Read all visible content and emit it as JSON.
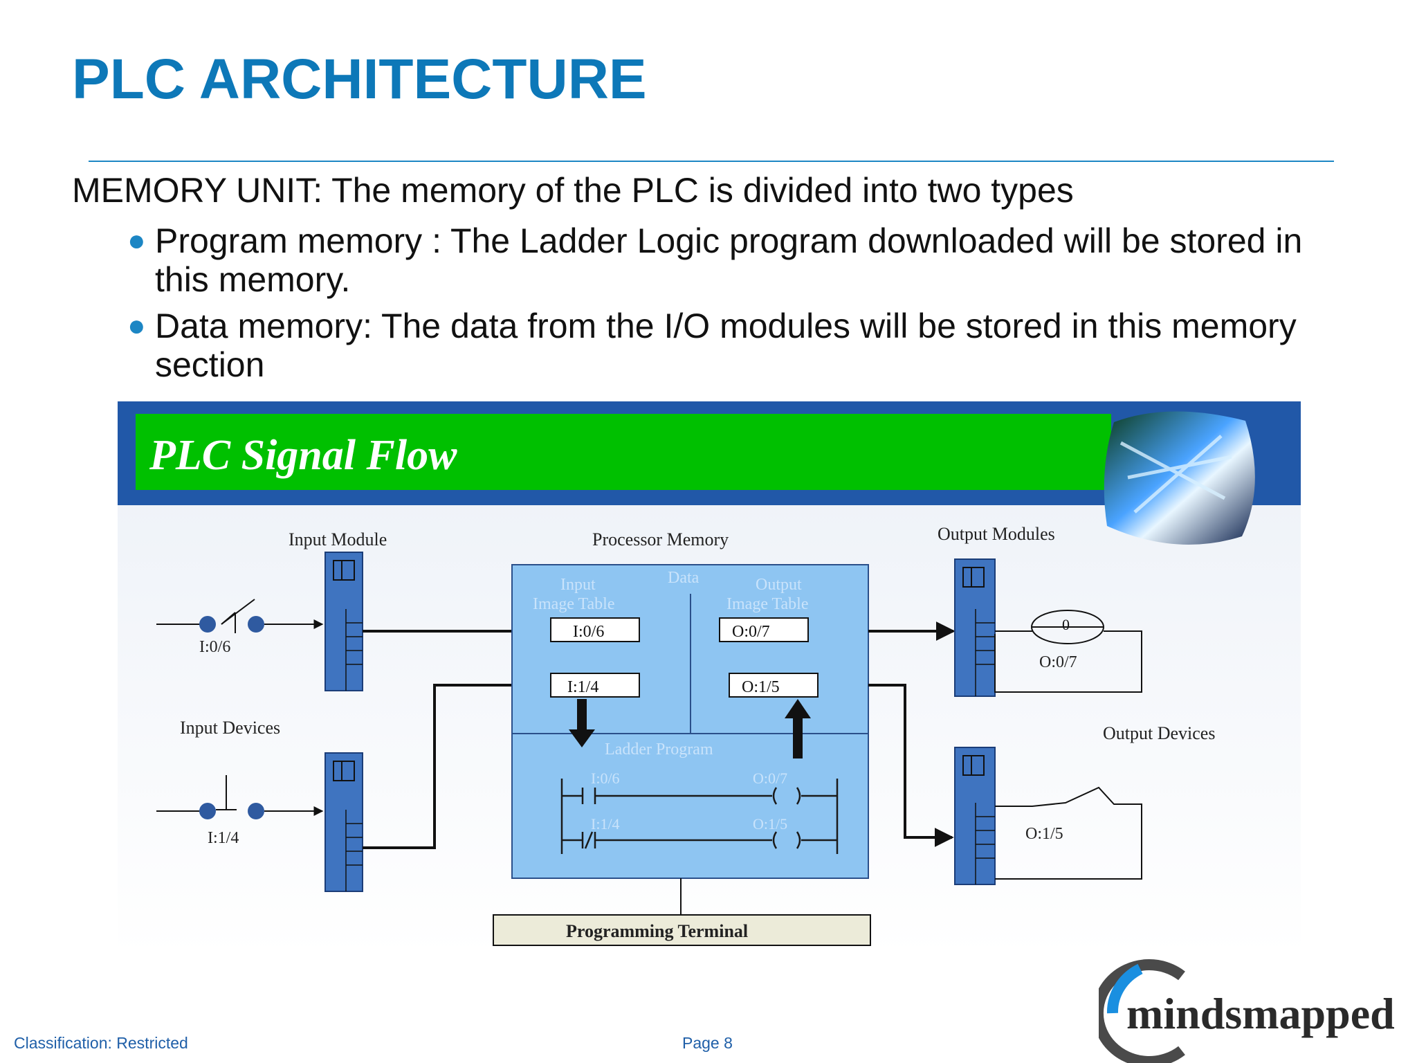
{
  "slide": {
    "title": "PLC ARCHITECTURE",
    "lead": "MEMORY UNIT: The memory of the PLC is divided into two types",
    "bullets": [
      "Program memory : The Ladder Logic program downloaded will be stored in this memory.",
      "Data memory: The data from the I/O modules will be stored in this memory section"
    ]
  },
  "diagram": {
    "banner_title": "PLC Signal Flow",
    "input_module": "Input Module",
    "processor_memory": "Processor Memory",
    "output_modules": "Output Modules",
    "input_devices": "Input Devices",
    "output_devices": "Output Devices",
    "data_label": "Data",
    "input_image_table": [
      "Input",
      "Image Table"
    ],
    "output_image_table": [
      "Output",
      "Image Table"
    ],
    "ladder_program": "Ladder Program",
    "addresses": {
      "in1": "I:0/6",
      "in2": "I:1/4",
      "out1": "O:0/7",
      "out2": "O:1/5"
    },
    "output_lamp_symbol": "0",
    "programming_terminal": "Programming Terminal",
    "colors": {
      "banner_green": "#00c000",
      "banner_blue": "#2158a8",
      "memory_fill": "#8ec5f2",
      "module_fill": "#3f74c0"
    }
  },
  "footer": {
    "classification": "Classification: Restricted",
    "page": "Page 8"
  },
  "logo": {
    "text": "mindsmapped",
    "colors": {
      "ring": "#4a4a4a",
      "blue": "#1a8fe0",
      "dark": "#2a2a2a"
    }
  }
}
